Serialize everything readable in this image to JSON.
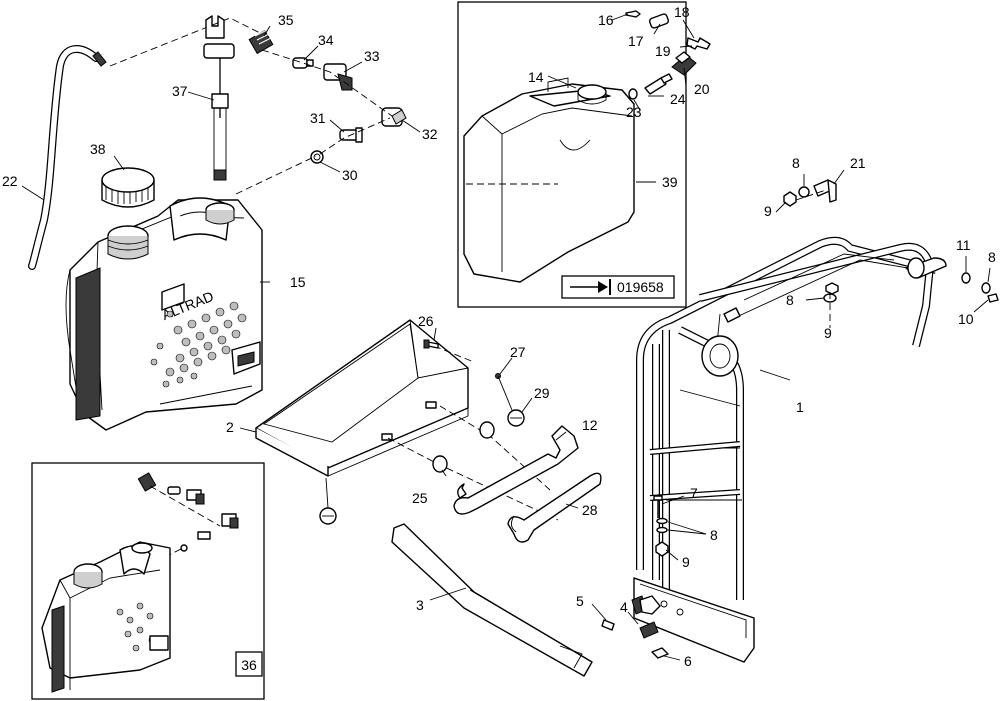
{
  "callouts": {
    "p1": "1",
    "p2": "2",
    "p3": "3",
    "p4": "4",
    "p5": "5",
    "p6": "6",
    "p7": "7",
    "p8a": "8",
    "p8b": "8",
    "p8c": "8",
    "p8d": "8",
    "p9a": "9",
    "p9b": "9",
    "p9c": "9",
    "p10": "10",
    "p11": "11",
    "p12": "12",
    "p14": "14",
    "p15": "15",
    "p16": "16",
    "p17": "17",
    "p18": "18",
    "p19": "19",
    "p20": "20",
    "p21": "21",
    "p22": "22",
    "p23": "23",
    "p24": "24",
    "p25": "25",
    "p26": "26",
    "p27": "27",
    "p28": "28",
    "p29": "29",
    "p30": "30",
    "p31": "31",
    "p32": "32",
    "p33": "33",
    "p34": "34",
    "p35": "35",
    "p37": "37",
    "p38": "38",
    "p39": "39"
  },
  "inset_label": "36",
  "reference": {
    "code": "019658",
    "icon": "arrow-to-bar-icon"
  },
  "tank_logo": {
    "text": "ALTRAD"
  }
}
